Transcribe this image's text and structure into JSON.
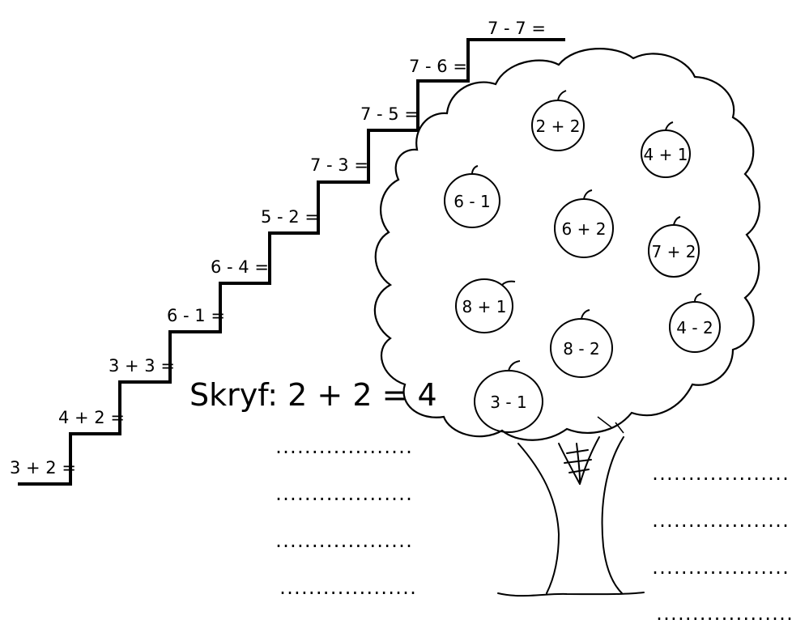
{
  "worksheet": {
    "instruction": "Skryf: 2 + 2 = 4",
    "stairs": [
      {
        "sum": "3 + 2 ="
      },
      {
        "sum": "4 + 2 ="
      },
      {
        "sum": "3 + 3 ="
      },
      {
        "sum": "6 - 1 ="
      },
      {
        "sum": "6 - 4 ="
      },
      {
        "sum": "5 - 2 ="
      },
      {
        "sum": "7 - 3 ="
      },
      {
        "sum": "7 - 5 ="
      },
      {
        "sum": "7 - 6 ="
      },
      {
        "sum": "7 - 7 ="
      }
    ],
    "apples": [
      {
        "sum": "2 + 2"
      },
      {
        "sum": "4 + 1"
      },
      {
        "sum": "6 - 1"
      },
      {
        "sum": "6 + 2"
      },
      {
        "sum": "7 + 2"
      },
      {
        "sum": "8 + 1"
      },
      {
        "sum": "4 - 2"
      },
      {
        "sum": "8 - 2"
      },
      {
        "sum": "3 - 1"
      }
    ],
    "answer_dots": "..................."
  }
}
